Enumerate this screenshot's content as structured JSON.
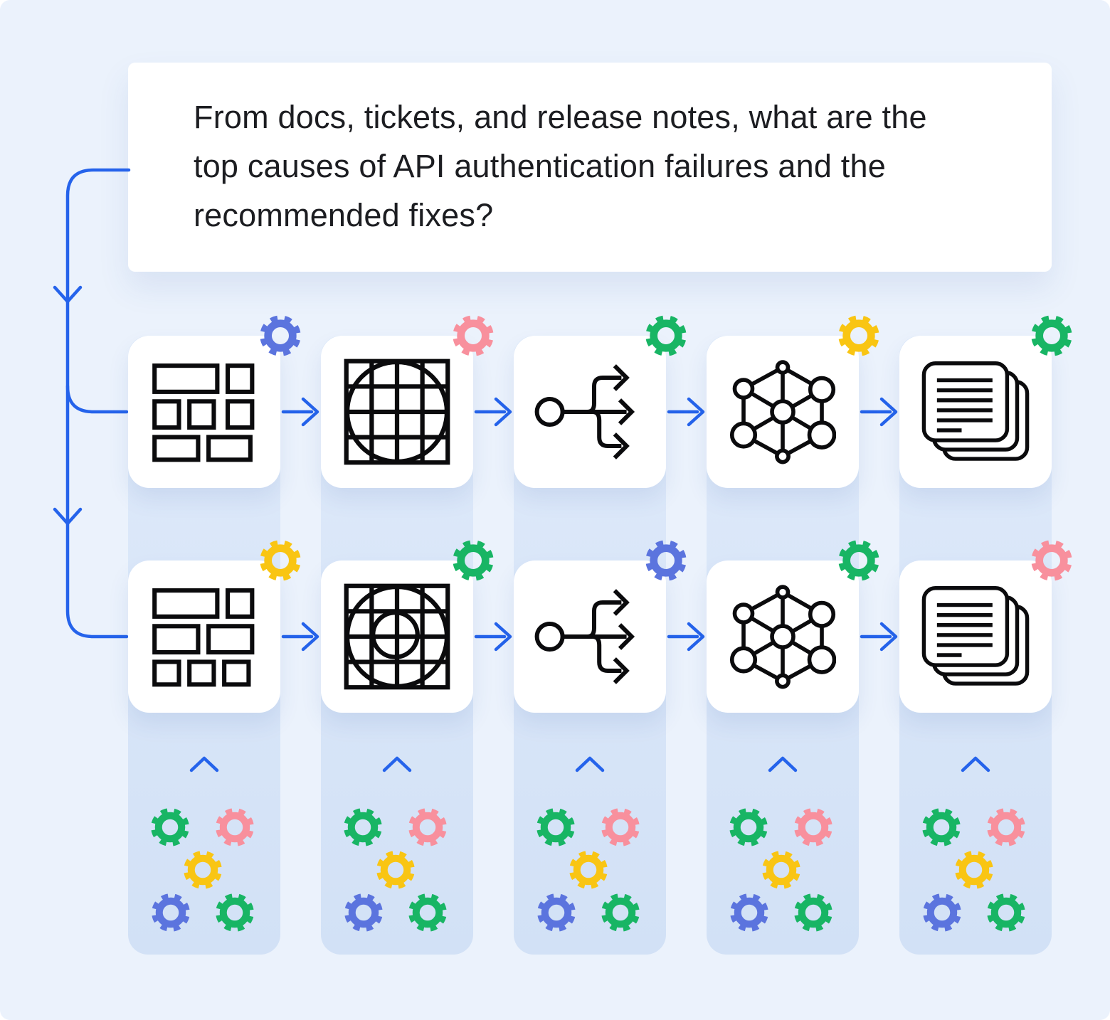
{
  "question": {
    "text": "From docs, tickets, and release notes, what are the top causes of API authentication failures and the recommended fixes?",
    "lines": [
      "From docs, tickets, and release notes, what are the",
      "top causes of API authentication failures and the",
      "recommended fixes?"
    ]
  },
  "colors": {
    "page_bg": "#ebf2fc",
    "band_top": "#dfeafa",
    "band_bottom": "#d2e1f6",
    "card_bg": "#ffffff",
    "flow_blue": "#2563eb",
    "icon_stroke": "#0b0b0d",
    "gear_blue": "#5b74de",
    "gear_pink": "#f8909d",
    "gear_green": "#18b564",
    "gear_yellow": "#f9c513"
  },
  "pipeline": {
    "rows": [
      {
        "name": "row-1",
        "stages": [
          {
            "icon": "blocks",
            "gear": "blue"
          },
          {
            "icon": "grid-circle",
            "gear": "pink"
          },
          {
            "icon": "fan-out",
            "gear": "green"
          },
          {
            "icon": "network",
            "gear": "yellow"
          },
          {
            "icon": "documents",
            "gear": "green"
          }
        ]
      },
      {
        "name": "row-2",
        "stages": [
          {
            "icon": "blocks-alt",
            "gear": "yellow"
          },
          {
            "icon": "grid-circle-inner",
            "gear": "green"
          },
          {
            "icon": "fan-out",
            "gear": "blue"
          },
          {
            "icon": "network",
            "gear": "green"
          },
          {
            "icon": "documents",
            "gear": "pink"
          }
        ]
      }
    ],
    "clusters": [
      {
        "chevron": "up",
        "gears": [
          "green",
          "pink",
          "yellow",
          "blue",
          "green"
        ]
      },
      {
        "chevron": "up",
        "gears": [
          "green",
          "pink",
          "yellow",
          "blue",
          "green"
        ]
      },
      {
        "chevron": "up",
        "gears": [
          "green",
          "pink",
          "yellow",
          "blue",
          "green"
        ]
      },
      {
        "chevron": "up",
        "gears": [
          "green",
          "pink",
          "yellow",
          "blue",
          "green"
        ]
      },
      {
        "chevron": "up",
        "gears": [
          "green",
          "pink",
          "yellow",
          "blue",
          "green"
        ]
      }
    ]
  }
}
